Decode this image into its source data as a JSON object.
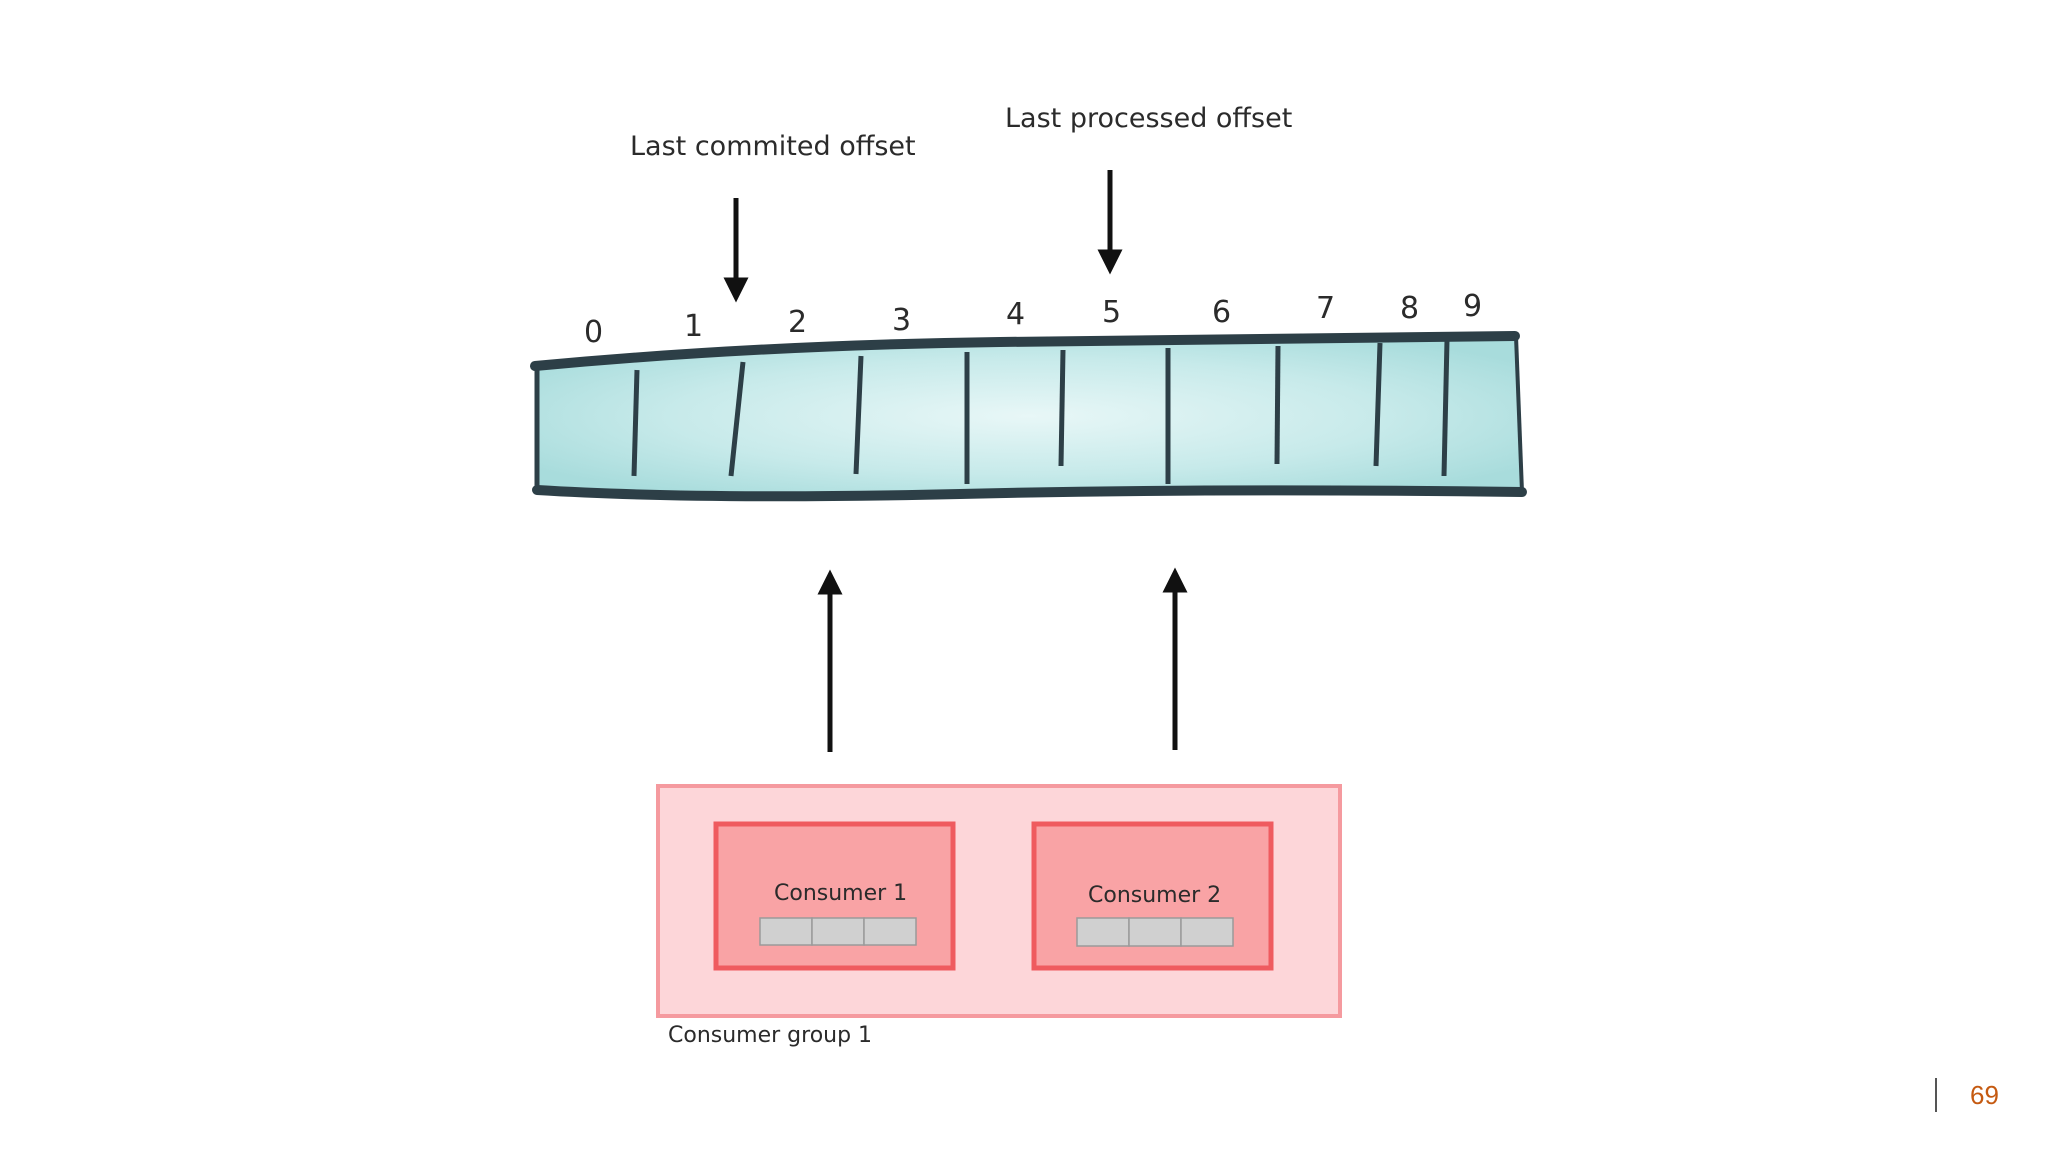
{
  "labels": {
    "last_committed": "Last commited offset",
    "last_processed": "Last processed offset"
  },
  "log": {
    "offsets": [
      "0",
      "1",
      "2",
      "3",
      "4",
      "5",
      "6",
      "7",
      "8",
      "9"
    ]
  },
  "consumer_group": {
    "label": "Consumer group 1",
    "consumers": [
      {
        "label": "Consumer 1"
      },
      {
        "label": "Consumer 2"
      }
    ]
  },
  "footer": {
    "page_number": "69"
  },
  "colors": {
    "log_fill": "#bfe6e6",
    "log_stroke": "#2d3f47",
    "group_fill": "#fdd6d9",
    "group_stroke": "#f59a9f",
    "consumer_fill": "#f9a3a5",
    "consumer_stroke": "#ef5b5f",
    "buffer_fill": "#d0d0d0",
    "page_number": "#c55a11"
  }
}
